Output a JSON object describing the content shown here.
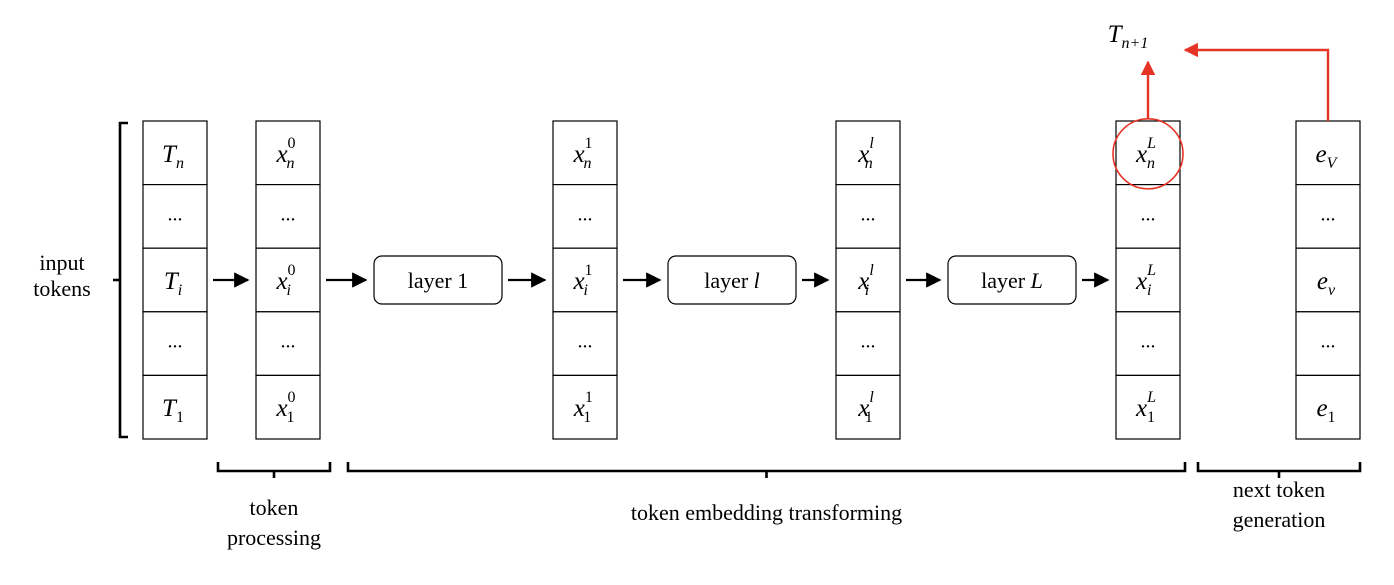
{
  "diagram": {
    "columns": [
      {
        "id": "tokens",
        "cells": [
          {
            "base": "T",
            "sub": "n",
            "sup": "",
            "italic_sub": true
          },
          {
            "text": "..."
          },
          {
            "base": "T",
            "sub": "i",
            "sup": "",
            "italic_sub": true
          },
          {
            "text": "..."
          },
          {
            "base": "T",
            "sub": "1",
            "sup": "",
            "italic_sub": false
          }
        ]
      },
      {
        "id": "x0",
        "cells": [
          {
            "base": "x",
            "sub": "n",
            "sup": "0",
            "italic_sub": true
          },
          {
            "text": "..."
          },
          {
            "base": "x",
            "sub": "i",
            "sup": "0",
            "italic_sub": true
          },
          {
            "text": "..."
          },
          {
            "base": "x",
            "sub": "1",
            "sup": "0",
            "italic_sub": false
          }
        ]
      },
      {
        "id": "x1",
        "cells": [
          {
            "base": "x",
            "sub": "n",
            "sup": "1",
            "italic_sub": true
          },
          {
            "text": "..."
          },
          {
            "base": "x",
            "sub": "i",
            "sup": "1",
            "italic_sub": true
          },
          {
            "text": "..."
          },
          {
            "base": "x",
            "sub": "1",
            "sup": "1",
            "italic_sub": false
          }
        ]
      },
      {
        "id": "xl",
        "cells": [
          {
            "base": "x",
            "sub": "n",
            "sup": "l",
            "italic_sub": true
          },
          {
            "text": "..."
          },
          {
            "base": "x",
            "sub": "i",
            "sup": "l",
            "italic_sub": true
          },
          {
            "text": "..."
          },
          {
            "base": "x",
            "sub": "1",
            "sup": "l",
            "italic_sub": false
          }
        ]
      },
      {
        "id": "xL",
        "cells": [
          {
            "base": "x",
            "sub": "n",
            "sup": "L",
            "italic_sub": true
          },
          {
            "text": "..."
          },
          {
            "base": "x",
            "sub": "i",
            "sup": "L",
            "italic_sub": true
          },
          {
            "text": "..."
          },
          {
            "base": "x",
            "sub": "1",
            "sup": "L",
            "italic_sub": false
          }
        ]
      },
      {
        "id": "vocab",
        "cells": [
          {
            "base": "e",
            "sub": "V",
            "sup": "",
            "italic_sub": true
          },
          {
            "text": "..."
          },
          {
            "base": "e",
            "sub": "v",
            "sup": "",
            "italic_sub": true
          },
          {
            "text": "..."
          },
          {
            "base": "e",
            "sub": "1",
            "sup": "",
            "italic_sub": false
          }
        ]
      }
    ],
    "layers": [
      {
        "id": "layer-1",
        "text": "layer ",
        "var": "1",
        "var_italic": false
      },
      {
        "id": "layer-l",
        "text": "layer ",
        "var": "l",
        "var_italic": true
      },
      {
        "id": "layer-L",
        "text": "layer ",
        "var": "L",
        "var_italic": true
      }
    ],
    "input_label": [
      "input",
      "tokens"
    ],
    "output_token": {
      "base": "T",
      "sub": "n+1"
    },
    "group_labels": {
      "token_processing": [
        "token",
        "processing"
      ],
      "token_embedding_transforming": [
        "token embedding transforming"
      ],
      "next_token_generation": [
        "next token",
        "generation"
      ]
    },
    "colors": {
      "ink": "#000000",
      "highlight": "#e53426",
      "background": "#ffffff"
    }
  }
}
